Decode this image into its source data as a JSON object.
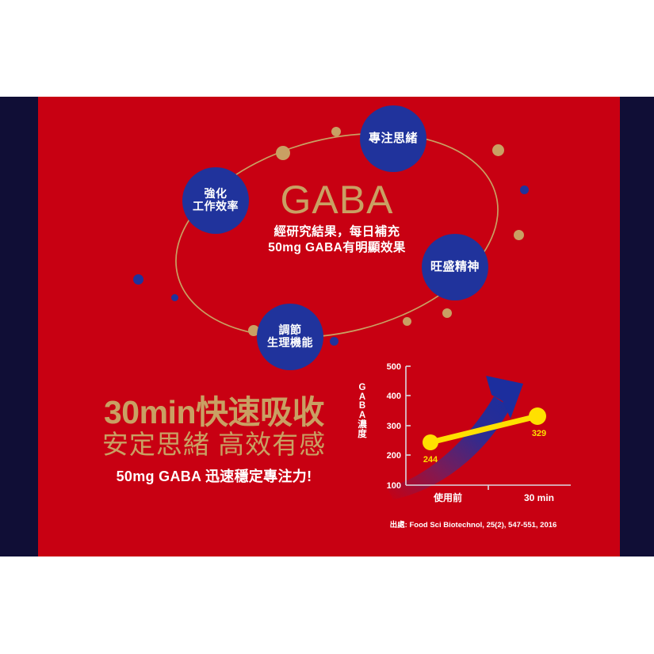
{
  "theme": {
    "red": "#C80012",
    "navy": "#100E36",
    "blue": "#20339C",
    "gold": "#C9A063",
    "yellow": "#FFE000",
    "white": "#FFFFFF"
  },
  "orbit": {
    "center_word": "GABA",
    "center_desc_line1": "經研究結果，每日補充",
    "center_desc_line2": "50mg GABA有明顯效果",
    "bubbles": [
      {
        "id": "focus",
        "line1": "專注思緒",
        "line2": ""
      },
      {
        "id": "work",
        "line1": "強化",
        "line2": "工作效率"
      },
      {
        "id": "spirit",
        "line1": "旺盛精神",
        "line2": ""
      },
      {
        "id": "body",
        "line1": "調節",
        "line2": "生理機能"
      }
    ]
  },
  "headline": {
    "main": "30min快速吸收",
    "sub": "安定思緒 高效有感",
    "note": "50mg GABA 迅速穩定專注力!"
  },
  "chart_data": {
    "type": "line",
    "title": "",
    "xlabel": "",
    "ylabel": "GABA濃度",
    "ylabel_chars": [
      "G",
      "A",
      "B",
      "A",
      "濃",
      "度"
    ],
    "categories": [
      "使用前",
      "30 min"
    ],
    "values": [
      244,
      329
    ],
    "point_labels": [
      "244",
      "329"
    ],
    "yticks": [
      100,
      200,
      300,
      400,
      500
    ],
    "ylim": [
      100,
      500
    ],
    "grid": false,
    "legend": false,
    "series_color": "#FFE000",
    "annotation_arrow": "upward-growth-arrow",
    "source": "出處: Food Sci Biotechnol, 25(2), 547-551, 2016"
  }
}
